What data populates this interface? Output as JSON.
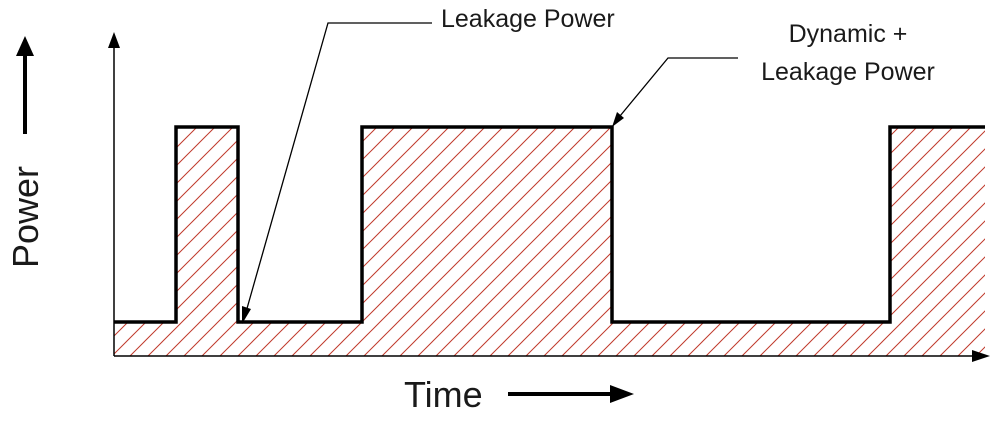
{
  "labels": {
    "leakage_power": "Leakage Power",
    "dynamic_line1": "Dynamic +",
    "dynamic_line2": "Leakage Power",
    "y_axis": "Power",
    "x_axis": "Time"
  },
  "colors": {
    "line": "#000000",
    "hatch": "#c0392b",
    "text": "#1a1a1a"
  },
  "power_levels": [
    "low",
    "high",
    "low",
    "high",
    "low",
    "high"
  ]
}
